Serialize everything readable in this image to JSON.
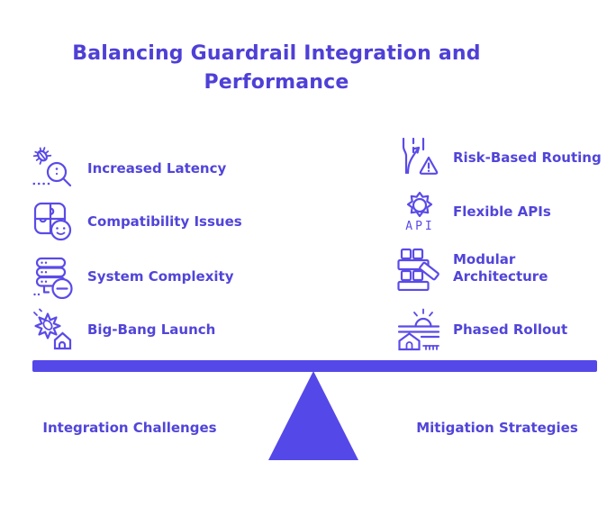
{
  "title": "Balancing Guardrail Integration and Performance",
  "colors": {
    "title_text": "#4E40D6",
    "label_text": "#5145D9",
    "icon_stroke": "#5A4BE8",
    "beam_and_fulcrum": "#5548E8",
    "background": "#ffffff"
  },
  "left_column": {
    "footer_label": "Integration Challenges",
    "items": [
      {
        "label": "Increased Latency",
        "icon": "bug-magnifier-icon"
      },
      {
        "label": "Compatibility Issues",
        "icon": "puzzle-smiley-icon"
      },
      {
        "label": "System Complexity",
        "icon": "server-stack-minus-icon"
      },
      {
        "label": "Big-Bang Launch",
        "icon": "explosion-house-icon"
      }
    ]
  },
  "right_column": {
    "footer_label": "Mitigation Strategies",
    "items": [
      {
        "label": "Risk-Based Routing",
        "icon": "road-warning-icon"
      },
      {
        "label": "Flexible APIs",
        "icon": "gear-api-icon",
        "icon_text": "API"
      },
      {
        "label": "Modular Architecture",
        "icon": "building-blocks-icon"
      },
      {
        "label": "Phased Rollout",
        "icon": "sunrise-field-icon"
      }
    ]
  }
}
